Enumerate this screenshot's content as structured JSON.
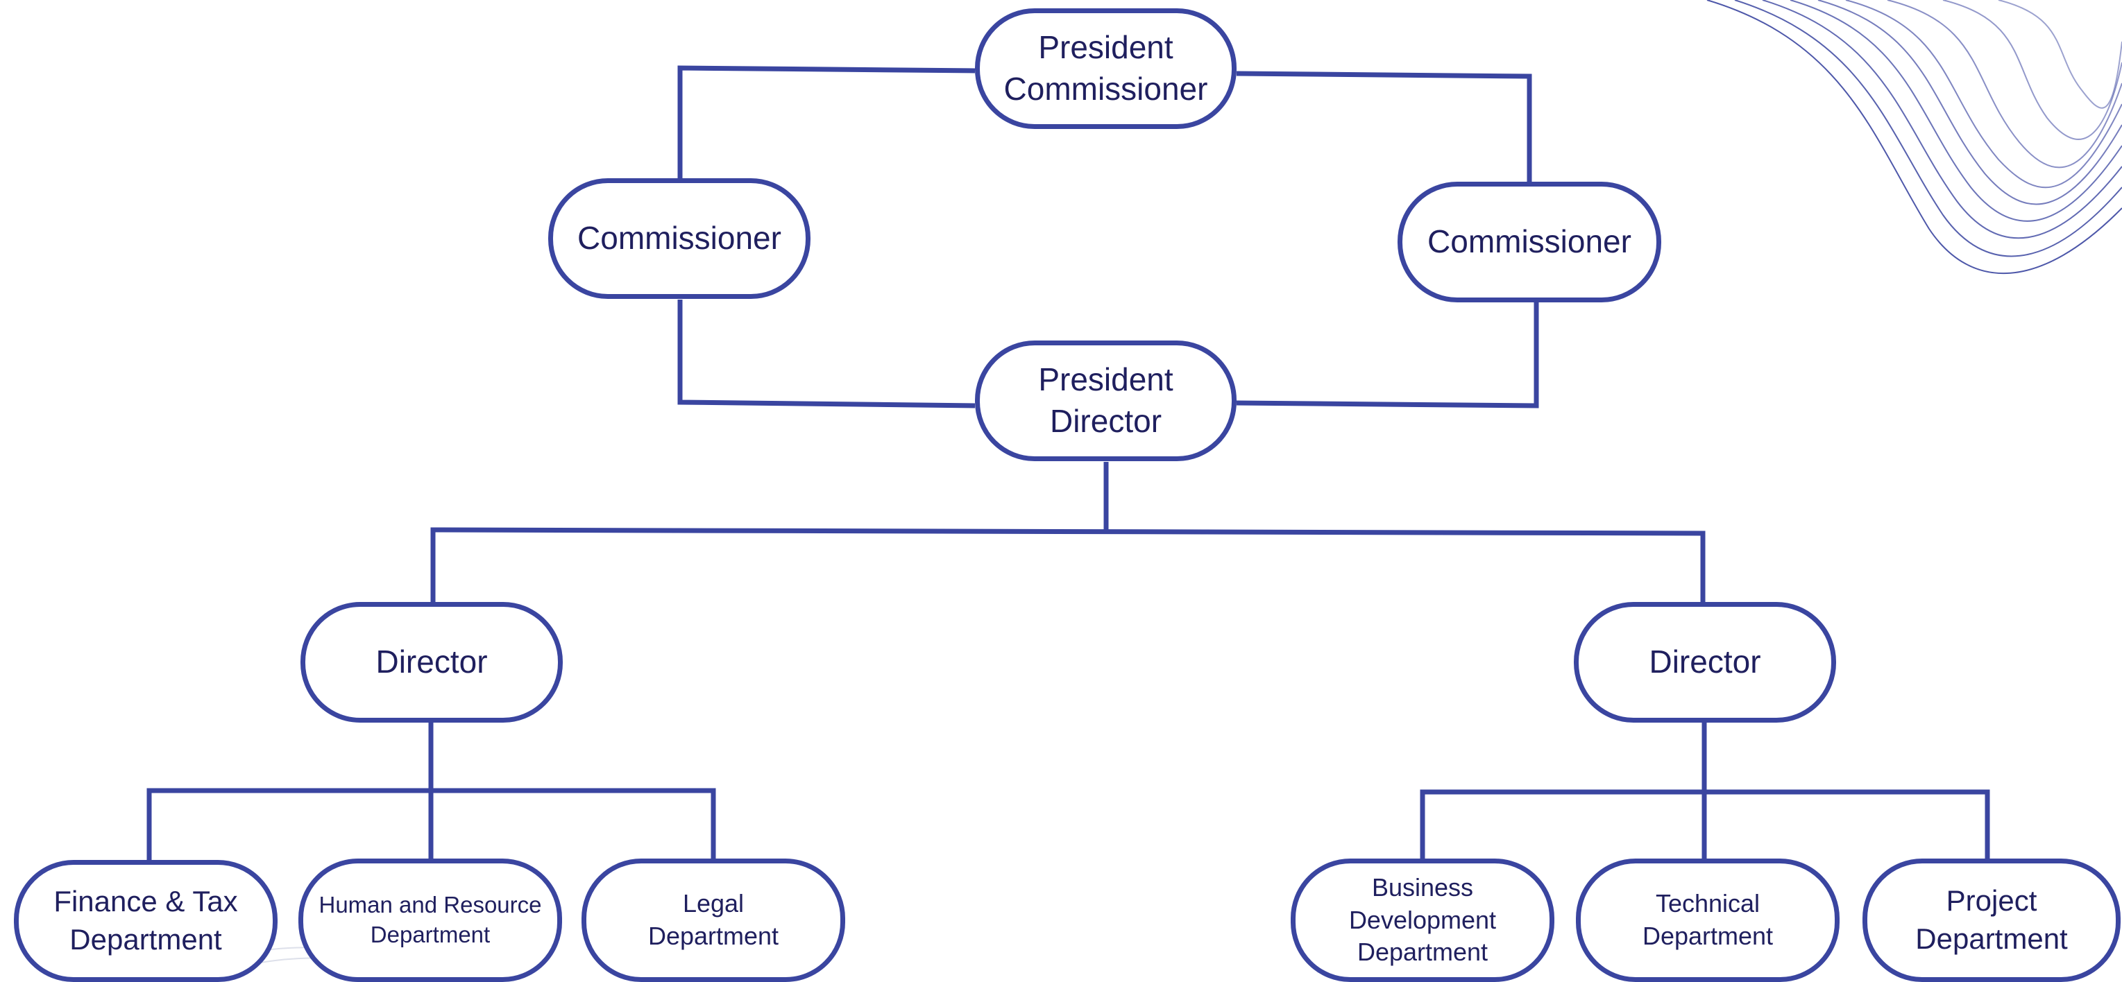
{
  "colors": {
    "node_border": "#3a45a0",
    "connector": "#3a45a0",
    "text": "#1f1f5e",
    "background": "#ffffff",
    "decor_lines": "#3a45a0"
  },
  "nodes": {
    "president_commissioner": "President\nCommissioner",
    "commissioner_left": "Commissioner",
    "commissioner_right": "Commissioner",
    "president_director": "President\nDirector",
    "director_left": "Director",
    "director_right": "Director",
    "finance_tax": "Finance & Tax\nDepartment",
    "human_resource": "Human and Resource\nDepartment",
    "legal": "Legal\nDepartment",
    "business_development": "Business\nDevelopment\nDepartment",
    "technical": "Technical\nDepartment",
    "project": "Project\nDepartment"
  },
  "decorations": {
    "top_right_wave": "wave-lines-decoration",
    "bottom_left_wave": "faint-wave-decoration"
  }
}
